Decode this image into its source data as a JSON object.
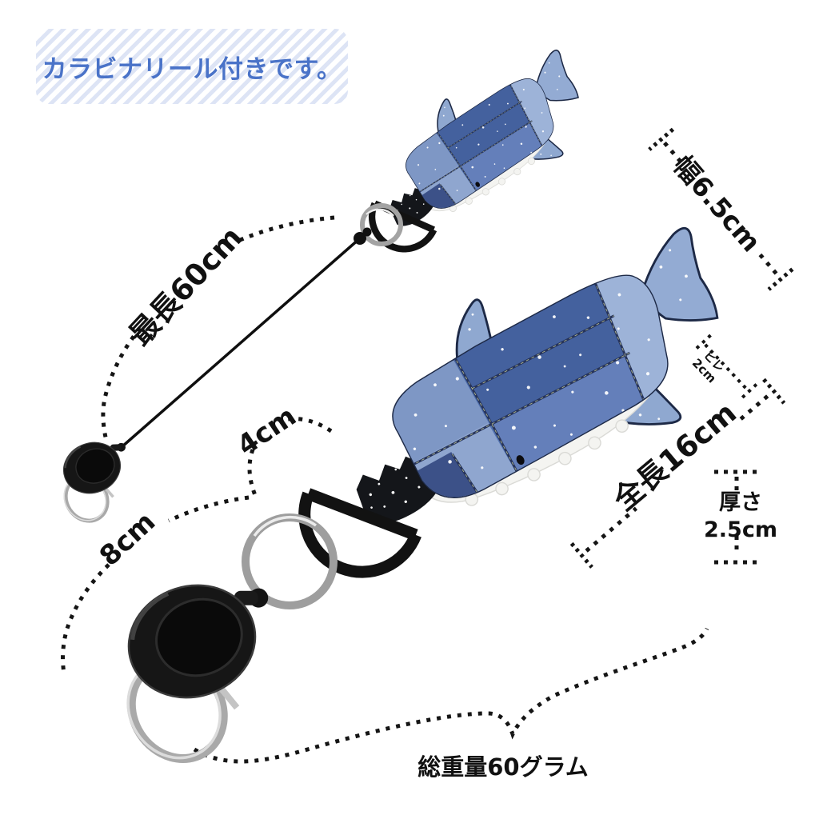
{
  "badge": {
    "text": "カラビナリール付きです。"
  },
  "labels": {
    "max_length": "最長60cm",
    "dring_span": "4cm",
    "ring_span": "8cm",
    "width": "幅6.5cm",
    "fin_line1": "ヒレ",
    "fin_line2": "2cm",
    "total_length": "全長16cm",
    "thickness_line1": "厚さ",
    "thickness_line2": "2.5cm",
    "total_weight": "総重量60グラム"
  },
  "colors": {
    "badge_text_blue": "#4a73c8",
    "badge_stripe": "#dde4f5",
    "annotation_black": "#151515",
    "denim_mid": "#5273b0",
    "denim_dark_patch": "#44619e",
    "denim_light_patch": "#9db3d8",
    "denim_navy": "#3c5188",
    "fleece_white": "#f4f4f1",
    "metal_silver": "#a3a3a3",
    "hardware_black": "#161616"
  }
}
